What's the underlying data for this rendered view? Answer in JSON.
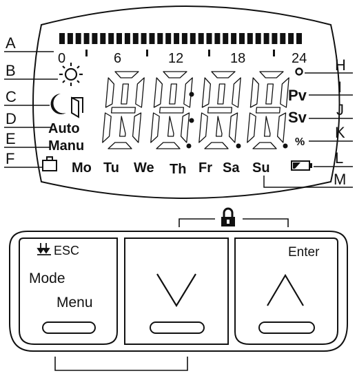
{
  "callouts": [
    "A",
    "B",
    "C",
    "D",
    "E",
    "F",
    "H",
    "I",
    "J",
    "K",
    "L",
    "M"
  ],
  "timescale": {
    "labels": [
      "0",
      "6",
      "12",
      "18",
      "24"
    ],
    "bar_segments": 30
  },
  "display": {
    "modes": {
      "auto": "Auto",
      "manu": "Manu"
    },
    "units": {
      "pv": "Pv",
      "sv": "Sv",
      "percent": "%",
      "degree": "o"
    },
    "days": [
      "Mo",
      "Tu",
      "We",
      "Th",
      "Fr",
      "Sa",
      "Su"
    ],
    "icons": [
      "sun-icon",
      "moon-icon",
      "door-icon",
      "suitcase-icon",
      "battery-icon"
    ],
    "digits": 4
  },
  "keypad": {
    "left": {
      "top": "ESC",
      "mid": "Mode",
      "bottom": "Menu"
    },
    "middle": {
      "symbol": "down-chevron-icon"
    },
    "right": {
      "top": "Enter",
      "symbol": "up-chevron-icon"
    },
    "lock_icon": "lock-icon",
    "esc_icon": "double-down-arrow-icon"
  }
}
